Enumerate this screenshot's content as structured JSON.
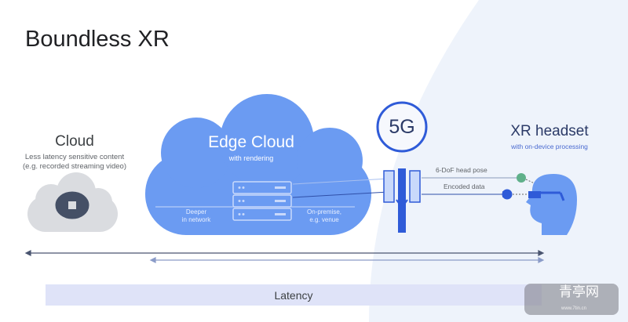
{
  "slide": {
    "title": "Boundless XR",
    "cloud": {
      "title": "Cloud",
      "subtitle_line1": "Less latency sensitive content",
      "subtitle_line2": "(e.g. recorded streaming video)",
      "icon": "brain-chip-icon"
    },
    "edge_cloud": {
      "title": "Edge Cloud",
      "subtitle": "with rendering",
      "left_label_line1": "Deeper",
      "left_label_line2": "in network",
      "right_label_line1": "On-premise,",
      "right_label_line2": "e.g. venue",
      "icon": "server-rack-icon"
    },
    "network": {
      "label": "5G",
      "icon": "cell-tower-icon"
    },
    "xr_headset": {
      "title": "XR headset",
      "subtitle": "with on-device processing",
      "icon": "head-with-glasses-icon"
    },
    "links": {
      "uplink": "6-DoF head pose",
      "downlink": "Encoded data"
    },
    "latency_label": "Latency",
    "watermark": {
      "name": "青亭网",
      "url": "www.7tin.cn"
    },
    "colors": {
      "edge_cloud": "#6b9bf2",
      "cloud": "#dadce0",
      "background_panel": "#eef3fb",
      "accent_dark": "#2f5bd8",
      "uplink_dot": "#5fb08a",
      "latency_bar": "#dfe3f8"
    }
  }
}
